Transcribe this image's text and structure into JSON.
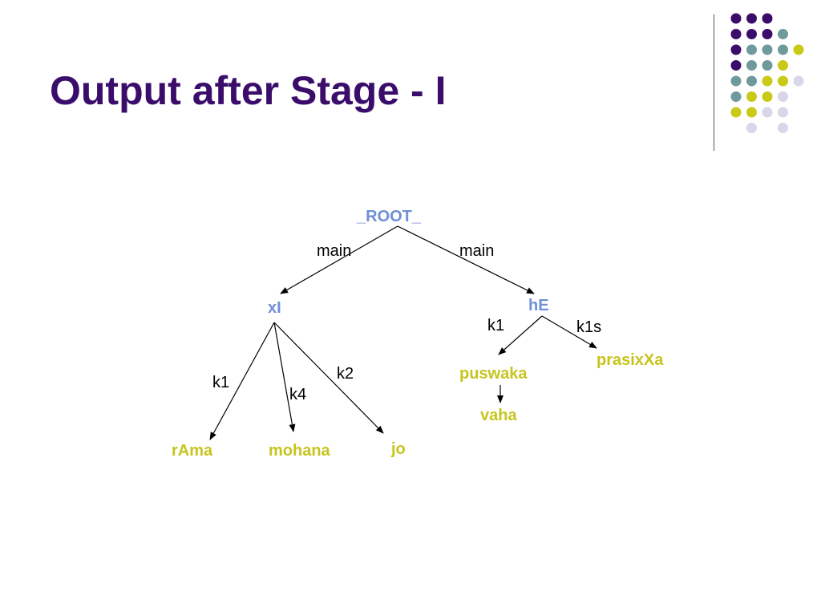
{
  "slide": {
    "title": "Output after Stage - I"
  },
  "colors": {
    "title": "#3b0d6b",
    "root_and_verbs": "#6f8fd6",
    "leaves": "#c7c41e",
    "edges": "#000000",
    "dot_purple": "#3b0d6b",
    "dot_teal": "#6f9a9c",
    "dot_yellow": "#c9c918",
    "dot_lavender": "#d8d6e8"
  },
  "decoration": {
    "dot_grid": [
      [
        "purple",
        "purple",
        "purple",
        null,
        null
      ],
      [
        "purple",
        "purple",
        "purple",
        "teal",
        null
      ],
      [
        "purple",
        "teal",
        "teal",
        "teal",
        "yellow"
      ],
      [
        "purple",
        "teal",
        "teal",
        "yellow",
        null
      ],
      [
        "teal",
        "teal",
        "yellow",
        "yellow",
        "lavender"
      ],
      [
        "teal",
        "yellow",
        "yellow",
        "lavender",
        null
      ],
      [
        "yellow",
        "yellow",
        "lavender",
        "lavender",
        null
      ],
      [
        null,
        "lavender",
        null,
        "lavender",
        null
      ]
    ]
  },
  "tree": {
    "nodes": {
      "root": "_ROOT_",
      "xI": "xI",
      "hE": "hE",
      "rAma": "rAma",
      "mohana": "mohana",
      "jo": "jo",
      "puswaka": "puswaka",
      "prasixXa": "prasixXa",
      "vaha": "vaha"
    },
    "edges": {
      "root_xI": "main",
      "root_hE": "main",
      "xI_rAma": "k1",
      "xI_mohana": "k4",
      "xI_jo": "k2",
      "hE_puswaka": "k1",
      "hE_prasixXa": "k1s"
    }
  }
}
